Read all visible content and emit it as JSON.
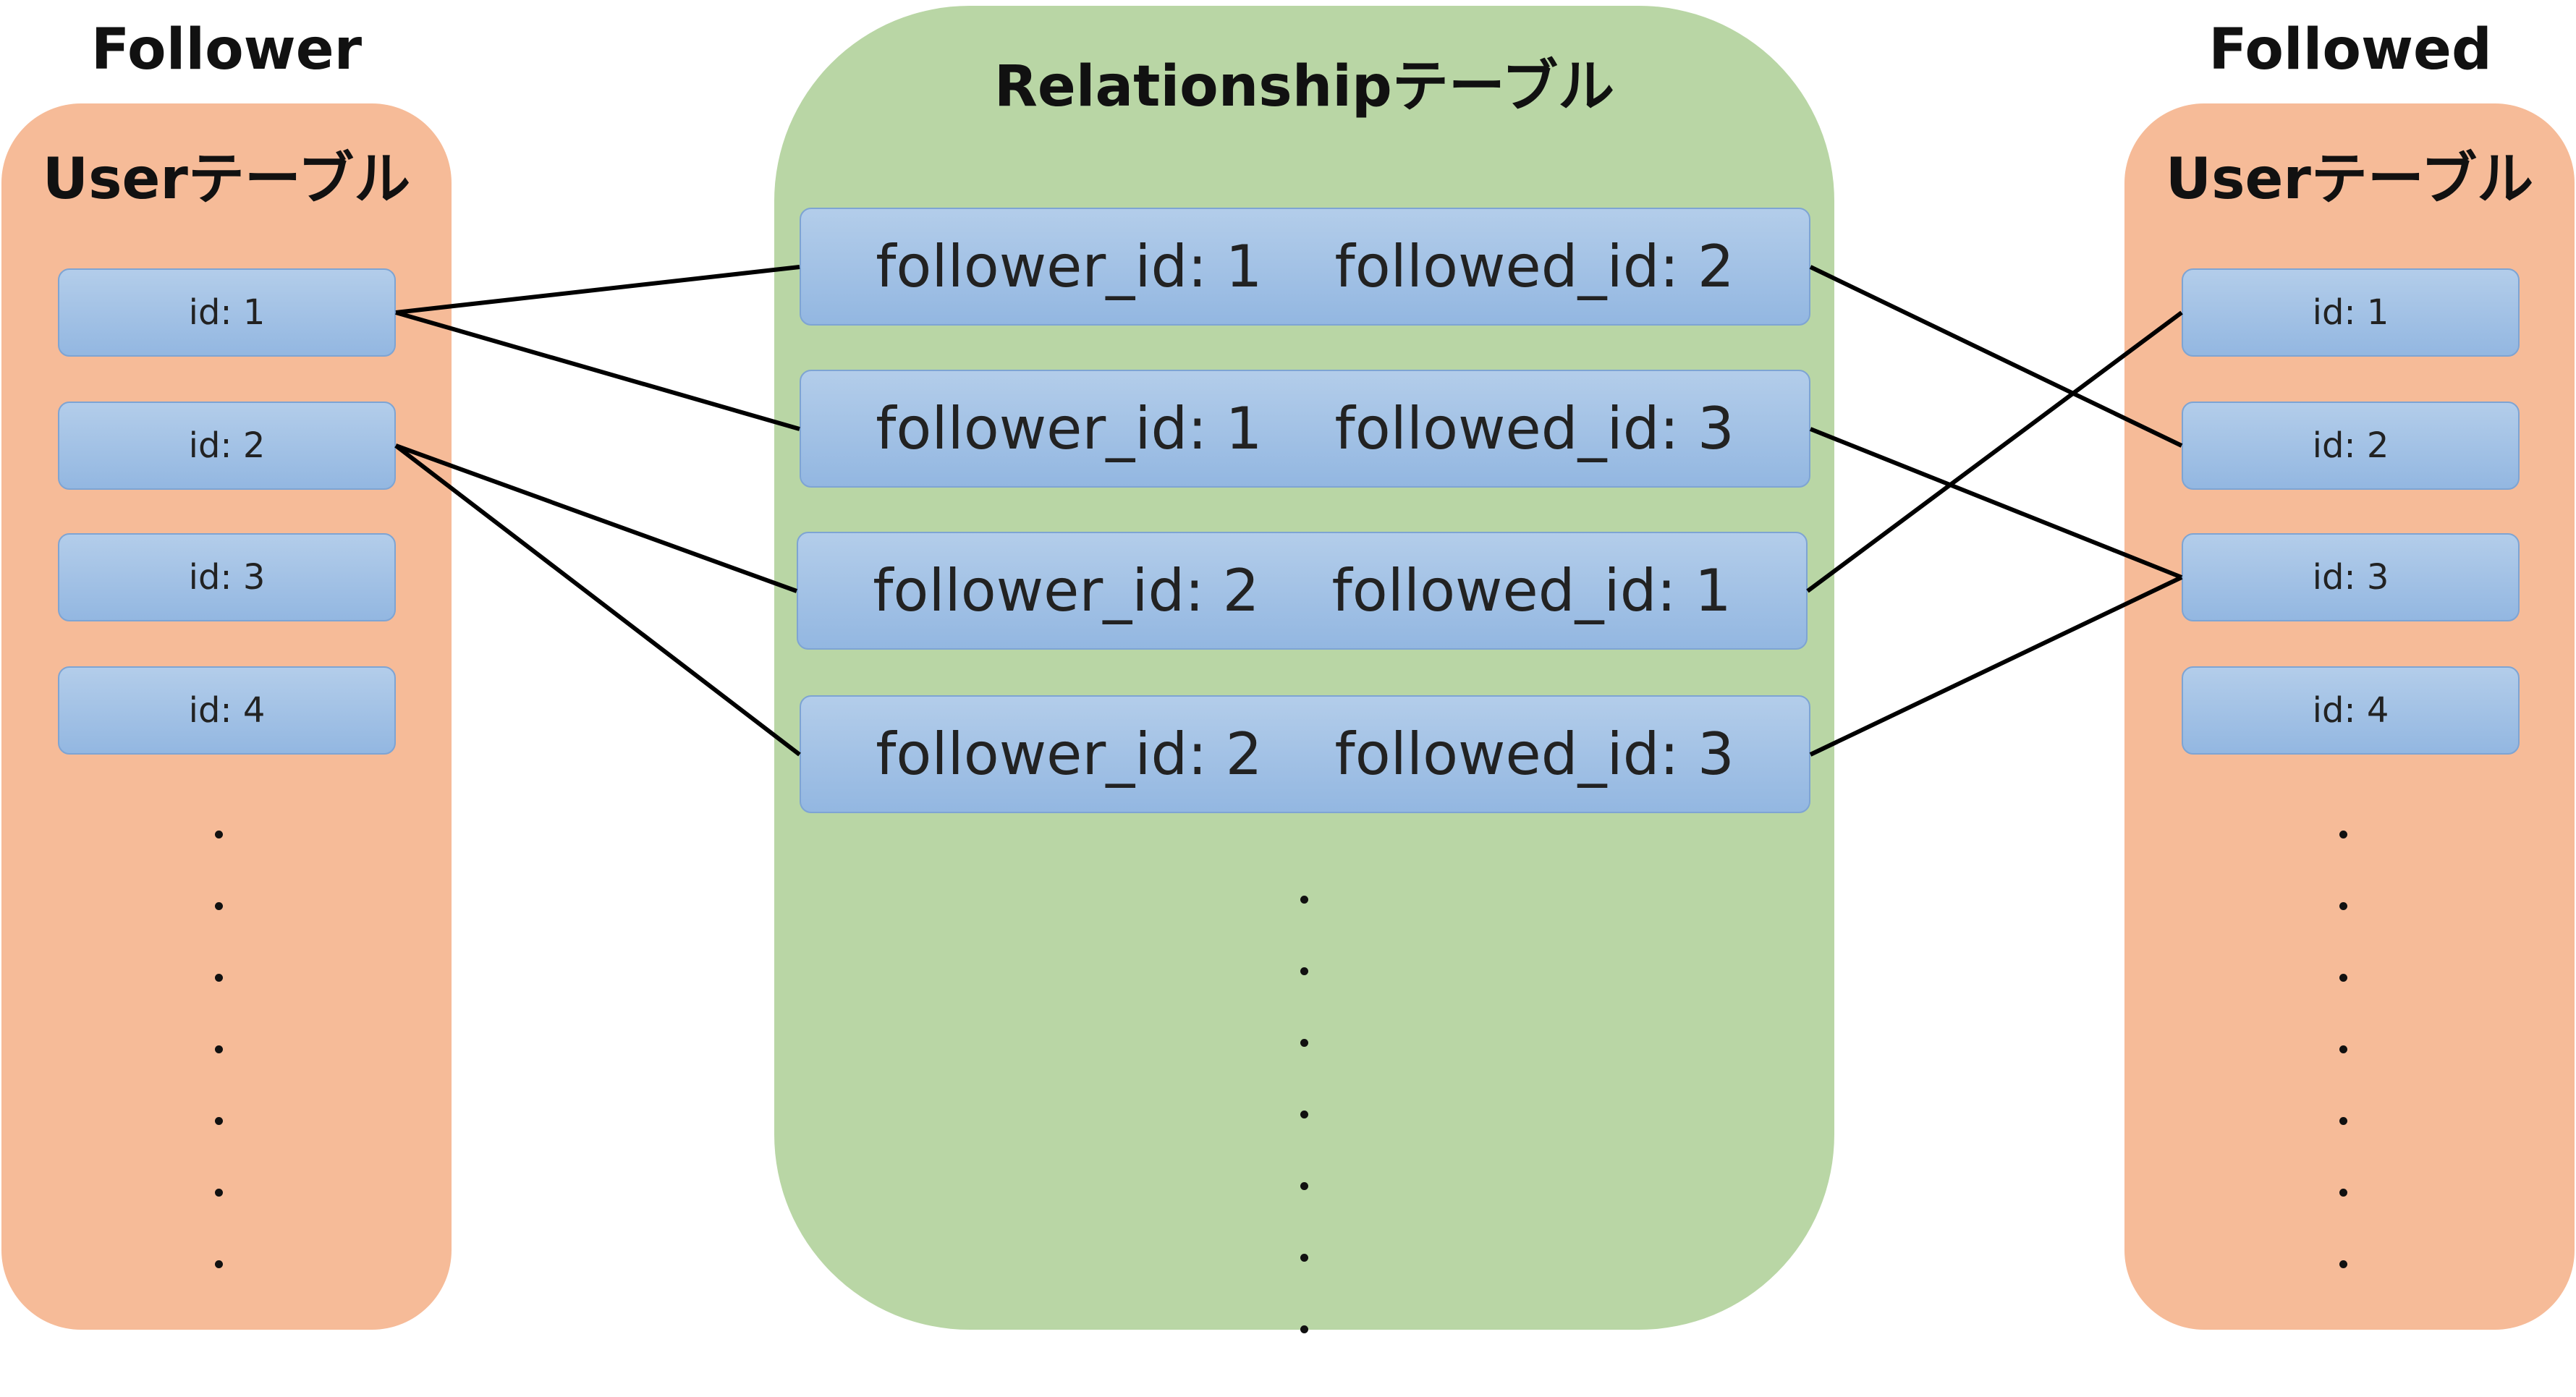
{
  "headings": {
    "follower": "Follower",
    "followed": "Followed"
  },
  "follower_table": {
    "title": "Userテーブル",
    "records": [
      "id: 1",
      "id: 2",
      "id: 3",
      "id: 4"
    ]
  },
  "relationship_table": {
    "title": "Relationshipテーブル",
    "records": [
      {
        "follower": "follower_id: 1",
        "followed": "followed_id: 2"
      },
      {
        "follower": "follower_id: 1",
        "followed": "followed_id: 3"
      },
      {
        "follower": "follower_id: 2",
        "followed": "followed_id: 1"
      },
      {
        "follower": "follower_id: 2",
        "followed": "followed_id: 3"
      }
    ]
  },
  "followed_table": {
    "title": "Userテーブル",
    "records": [
      "id: 1",
      "id: 2",
      "id: 3",
      "id: 4"
    ]
  },
  "links": [
    {
      "from": "follower-user-1",
      "to": "relationship-1"
    },
    {
      "from": "follower-user-1",
      "to": "relationship-2"
    },
    {
      "from": "follower-user-2",
      "to": "relationship-3"
    },
    {
      "from": "follower-user-2",
      "to": "relationship-4"
    },
    {
      "from": "relationship-1",
      "to": "followed-user-2"
    },
    {
      "from": "relationship-2",
      "to": "followed-user-3"
    },
    {
      "from": "relationship-3",
      "to": "followed-user-1"
    },
    {
      "from": "relationship-4",
      "to": "followed-user-3"
    }
  ],
  "colors": {
    "user_table": "#f6bb98",
    "relationship_table": "#b9d6a5",
    "record": "#a4c2e5",
    "line": "#000000"
  }
}
